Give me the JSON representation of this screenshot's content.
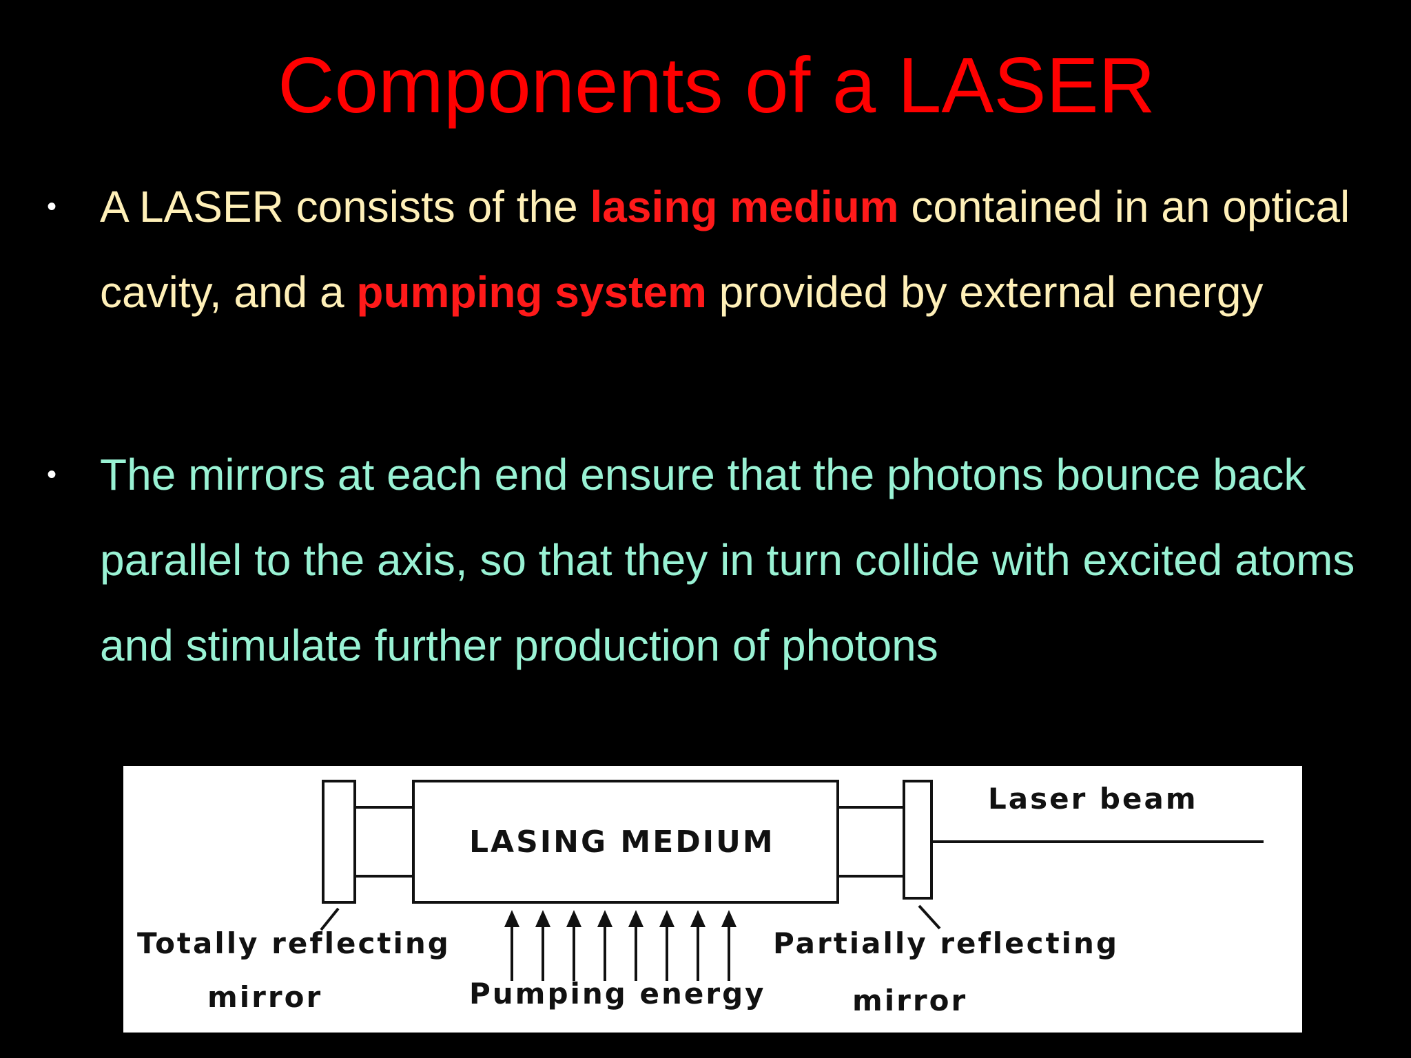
{
  "slide": {
    "title": "Components of a  LASER",
    "bullets": [
      {
        "parts": [
          "A   LASER consists of the ",
          "lasing medium",
          " contained in an optical cavity, and a ",
          "pumping system",
          " provided by external energy"
        ]
      },
      {
        "text": "The mirrors at each end ensure that the photons bounce back parallel to the axis, so that they in turn collide with excited atoms and stimulate further production of photons"
      }
    ],
    "bullet_symbol": "•"
  },
  "diagram": {
    "medium_label": "LASING MEDIUM",
    "beam_label": "Laser  beam",
    "left_mirror_line1": "Totally  reflecting",
    "left_mirror_line2": "mirror",
    "pump_label": "Pumping  energy",
    "right_mirror_line1": "Partially  reflecting",
    "right_mirror_line2": "mirror"
  },
  "colors": {
    "background": "#000000",
    "title": "#ff0000",
    "bullet1_text": "#fff0b8",
    "highlight": "#ff1a1a",
    "bullet2_text": "#99f2d4"
  }
}
